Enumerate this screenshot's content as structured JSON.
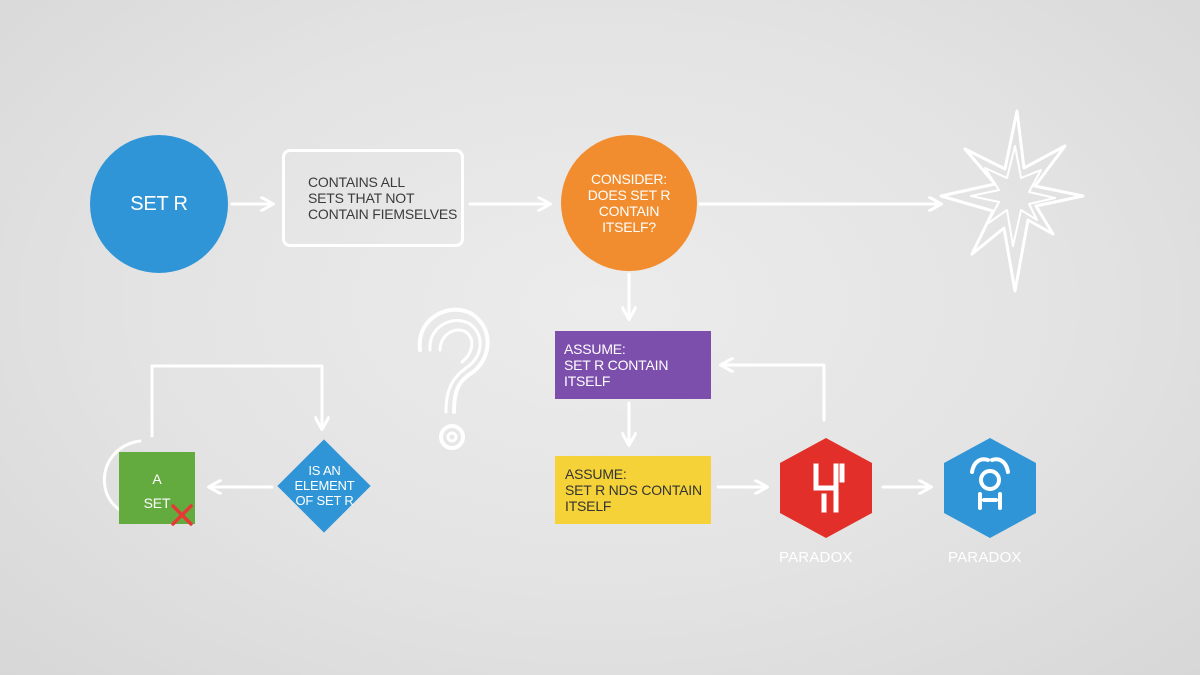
{
  "nodes": {
    "set_r": "SET R",
    "contains_box": [
      "CONTAINS ALL",
      "SETS THAT NOT",
      "CONTAIN FIEMSELVES"
    ],
    "consider": [
      "CONSIDER:",
      "DOES SET R",
      "CONTAIN ITSELF?"
    ],
    "assume_contains": [
      "ASSUME:",
      "SET R CONTAIN",
      "ITSELF"
    ],
    "assume_not": [
      "ASSUME:",
      "SET R NDS CONTAIN",
      "ITSELF"
    ],
    "green_set": [
      "A",
      "SET"
    ],
    "diamond": [
      "IS AN",
      "ELEMENT",
      "OF SET R"
    ]
  },
  "captions": {
    "red": "PARADOX",
    "blue": "PARADOX"
  },
  "colors": {
    "set_r": "#2f95d6",
    "consider": "#f18d2e",
    "assume_contains": "#7d4fad",
    "assume_not": "#f5d338",
    "green_set": "#64ab3f",
    "diamond": "#2f95d6",
    "hexagon_red": "#e22f2a",
    "hexagon_blue": "#2f95d6",
    "cross": "#e53935",
    "lines": "#ffffff"
  },
  "icons": {
    "explosion": "starburst-icon",
    "question": "question-mark-icon",
    "red_hexagon": "broken-link-icon",
    "blue_hexagon": "loop-face-icon",
    "cross": "cross-icon"
  }
}
